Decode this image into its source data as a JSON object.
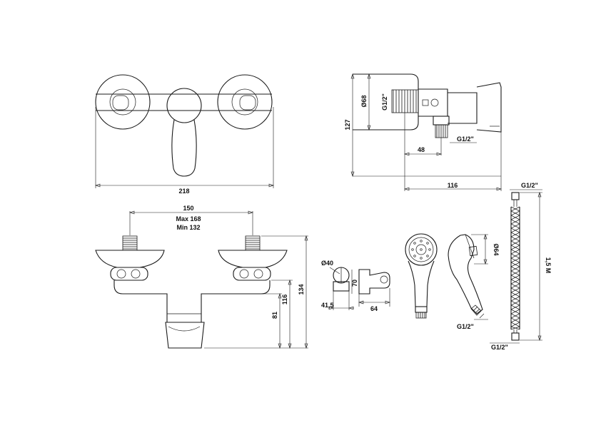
{
  "front_view": {
    "width": "218"
  },
  "side_view": {
    "diameter": "Ø68",
    "thread_top": "G1/2\"",
    "height": "127",
    "outlet_offset": "48",
    "outlet_thread": "G1/2\"",
    "depth": "116"
  },
  "bottom_view": {
    "spacing": "150",
    "spacing_max": "Max 168",
    "spacing_min": "Min 132",
    "height_total": "134",
    "height_mid": "116",
    "height_low": "81"
  },
  "holder": {
    "diameter": "Ø40",
    "height": "70",
    "width": "41,5",
    "depth": "64"
  },
  "hand_shower": {
    "diameter": "Ø64",
    "thread": "G1/2\""
  },
  "hose": {
    "top_thread": "G1/2\"",
    "length": "1,5 M",
    "bottom_thread": "G1/2\""
  }
}
